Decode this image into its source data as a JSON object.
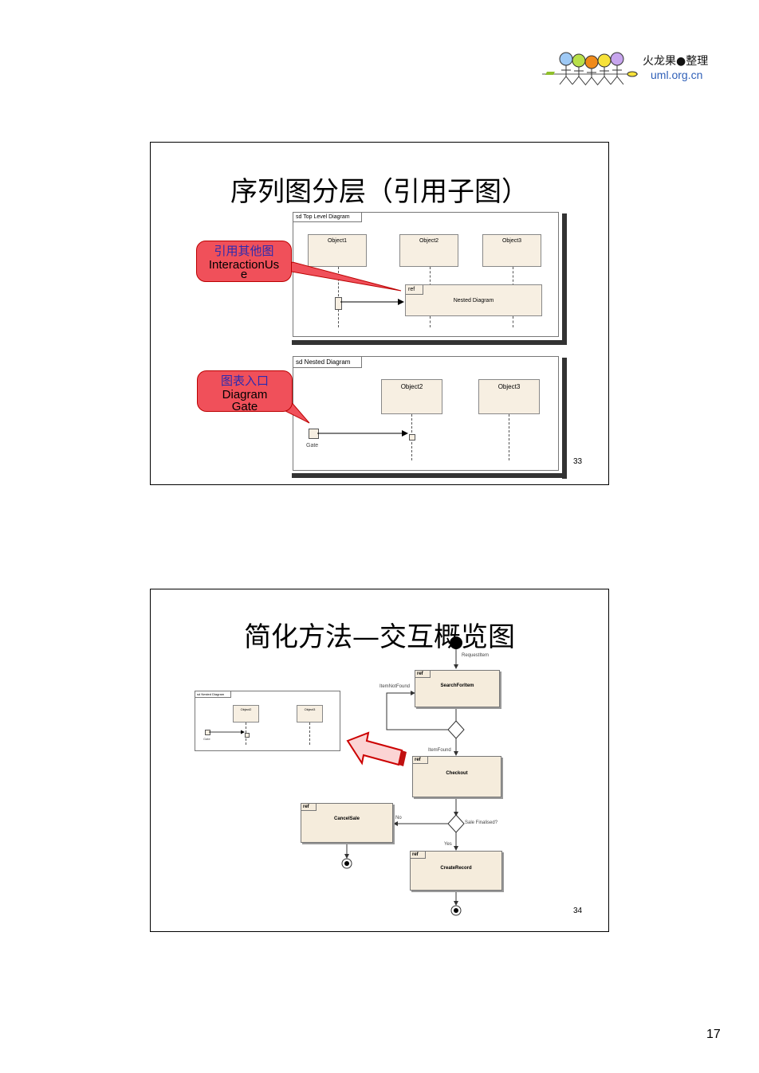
{
  "logo": {
    "name": "火龙果●整理",
    "url": "uml.org.cn"
  },
  "page_number": "17",
  "slide1": {
    "title": "序列图分层（引用子图）",
    "number": "33",
    "top_diagram": {
      "frame_label": "sd Top Level Diagram",
      "objects": [
        "Object1",
        "Object2",
        "Object3"
      ],
      "ref_label": "ref",
      "ref_text": "Nested Diagram"
    },
    "nested_diagram": {
      "frame_label": "sd Nested Diagram",
      "objects": [
        "Object2",
        "Object3"
      ],
      "gate_label": "Gate"
    },
    "callout1": {
      "cn": "引用其他图",
      "en1": "InteractionUs",
      "en2": "e"
    },
    "callout2": {
      "cn": "图表入口",
      "en1": "Diagram",
      "en2": "Gate"
    }
  },
  "slide2": {
    "title": "简化方法—交互概览图",
    "number": "34",
    "thumbnail": {
      "frame_label": "sd Nested Diagram",
      "objects": [
        "Object2",
        "Object3"
      ],
      "gate_label": "Gate"
    },
    "activities": {
      "ref_label": "ref",
      "search": "SearchForItem",
      "checkout": "Checkout",
      "cancel": "CancelSale",
      "create": "CreateRecord"
    },
    "edge_labels": {
      "request": "RequestItem",
      "not_found": "ItemNotFound",
      "found": "ItemFound",
      "finalised": "Sale Finalised?",
      "no": "No",
      "yes": "Yes"
    }
  },
  "colors": {
    "callout_fill": "#f0505a",
    "callout_cn_text": "#2b2bb0",
    "object_fill": "#f7efe2",
    "arrow_red": "#e03030"
  }
}
